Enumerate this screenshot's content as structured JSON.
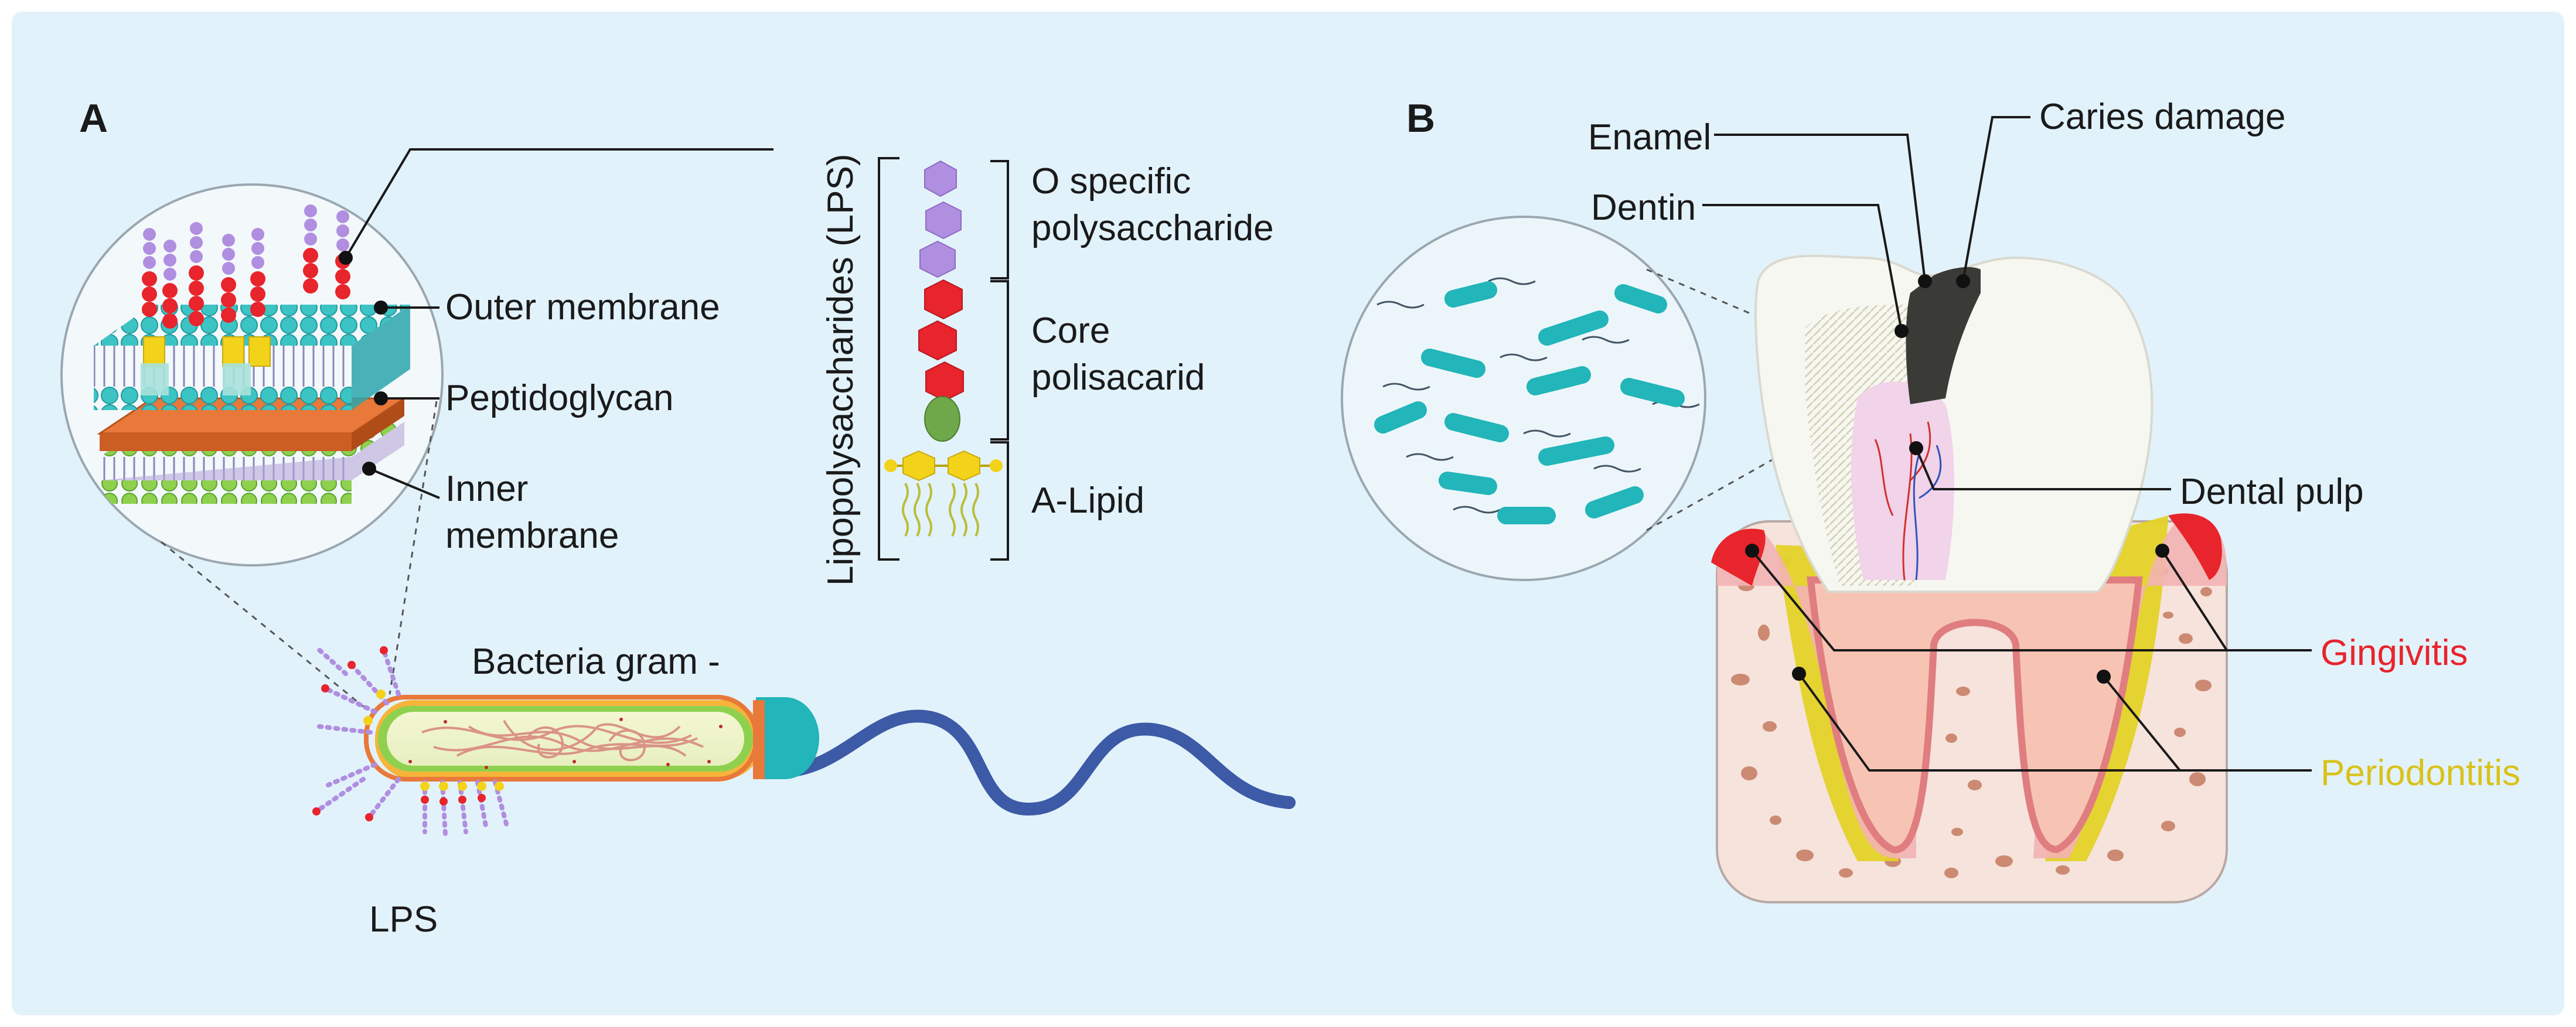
{
  "panel_a": {
    "letter": "A",
    "labels": {
      "outer_membrane": "Outer membrane",
      "peptidoglycan": "Peptidoglycan",
      "inner_membrane_1": "Inner",
      "inner_membrane_2": "membrane",
      "lps_vertical": "Lipopolysaccharides (LPS)",
      "o_specific_1": "O specific",
      "o_specific_2": "polysaccharide",
      "core_1": "Core",
      "core_2": "polisacarid",
      "a_lipid": "A-Lipid",
      "bacteria": "Bacteria gram -",
      "lps": "LPS"
    }
  },
  "panel_b": {
    "letter": "B",
    "labels": {
      "enamel": "Enamel",
      "caries": "Caries damage",
      "dentin": "Dentin",
      "pulp": "Dental pulp",
      "gingivitis": "Gingivitis",
      "periodontitis": "Periodontitis"
    }
  },
  "colors": {
    "background": "#e2f2fb",
    "membrane_teal": "#3cc4c4",
    "peptidoglycan_orange": "#e8793a",
    "inner_green": "#8fd14f",
    "o_chain_purple": "#b08ee0",
    "core_red": "#e8242c",
    "lipid_yellow": "#f3d21a",
    "flagellum_blue": "#3c5aa6",
    "gingivitis_red": "#e8242c",
    "periodontitis_yellow": "#d9c21a",
    "bone_pink": "#f6e3dc"
  }
}
